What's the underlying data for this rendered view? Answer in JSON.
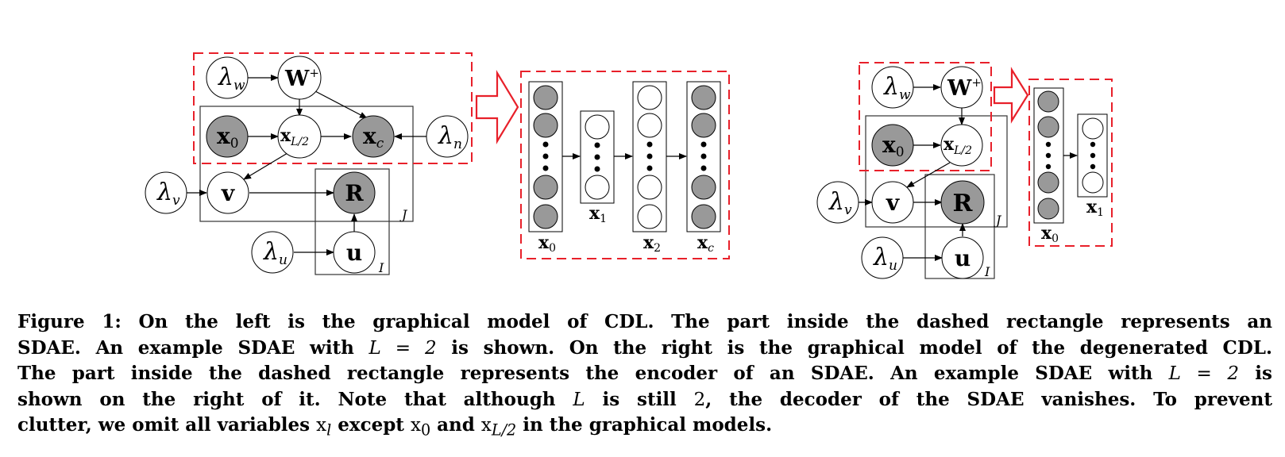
{
  "figure": {
    "left_diagram": {
      "nodes": {
        "lambda_w": {
          "sym": "λ",
          "sub": "w"
        },
        "w_plus": {
          "sym": "W",
          "sup": "+"
        },
        "x0": {
          "sym": "x",
          "sub": "0"
        },
        "xL2": {
          "sym": "x",
          "sub": "L/2"
        },
        "xc": {
          "sym": "x",
          "sub": "c"
        },
        "lambda_n": {
          "sym": "λ",
          "sub": "n"
        },
        "lambda_v": {
          "sym": "λ",
          "sub": "v"
        },
        "v": {
          "sym": "v"
        },
        "R": {
          "sym": "R"
        },
        "lambda_u": {
          "sym": "λ",
          "sub": "u"
        },
        "u": {
          "sym": "u"
        }
      },
      "plates": {
        "J": "J",
        "I": "I"
      }
    },
    "left_sdae": {
      "layers": [
        {
          "sym": "x",
          "sub": "0"
        },
        {
          "sym": "x",
          "sub": "1"
        },
        {
          "sym": "x",
          "sub": "2"
        },
        {
          "sym": "x",
          "sub": "c"
        }
      ]
    },
    "right_diagram": {
      "nodes": {
        "lambda_w": {
          "sym": "λ",
          "sub": "w"
        },
        "w_plus": {
          "sym": "W",
          "sup": "+"
        },
        "x0": {
          "sym": "x",
          "sub": "0"
        },
        "xL2": {
          "sym": "x",
          "sub": "L/2"
        },
        "lambda_v": {
          "sym": "λ",
          "sub": "v"
        },
        "v": {
          "sym": "v"
        },
        "R": {
          "sym": "R"
        },
        "lambda_u": {
          "sym": "λ",
          "sub": "u"
        },
        "u": {
          "sym": "u"
        }
      },
      "plates": {
        "J": "J",
        "I": "I"
      }
    },
    "right_sdae": {
      "layers": [
        {
          "sym": "x",
          "sub": "0"
        },
        {
          "sym": "x",
          "sub": "1"
        }
      ]
    }
  },
  "caption": {
    "l1": "Figure 1: On the left is the graphical model of CDL. The part inside the dashed rectangle represents an",
    "l2a": "SDAE. An example SDAE with ",
    "l2_math": "L = 2",
    "l2b": " is shown. On the right is the graphical model of the degenerated CDL.",
    "l3a": "The part inside the dashed rectangle represents the encoder of an SDAE. An example SDAE with ",
    "l3_math": "L = 2",
    "l3b": " is",
    "l4a": "shown on the right of it. Note that although ",
    "l4_math_L": "L",
    "l4b": " is still ",
    "l4_math_2": "2",
    "l4c": ", the decoder of the SDAE vanishes. To prevent",
    "l5a": "clutter, we omit all variables ",
    "l5_m1": "x",
    "l5_m1_sub": "l",
    "l5b": " except ",
    "l5_m2": "x",
    "l5_m2_sub": "0",
    "l5c": " and ",
    "l5_m3": "x",
    "l5_m3_sub": "L/2",
    "l5d": " in the graphical models."
  }
}
